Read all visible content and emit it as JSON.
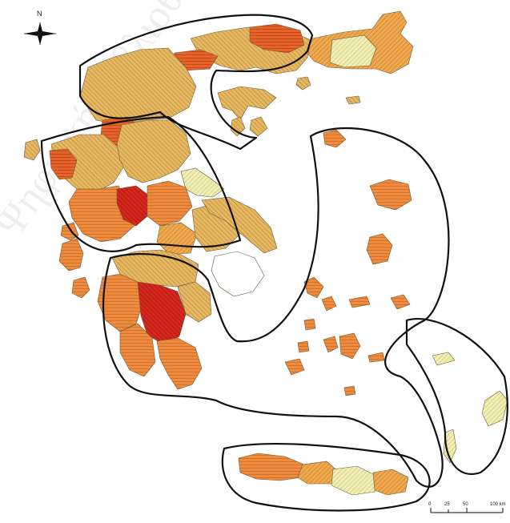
{
  "compass": {
    "north_label": "N",
    "icon": "compass-rose-icon"
  },
  "scale_bar": {
    "labels": [
      "0",
      "25",
      "50",
      "100 km"
    ]
  },
  "watermark": {
    "text": "Ψηφιακή Βιβλιοθήκη"
  },
  "colors": {
    "red": "#d9261c",
    "dark_orange": "#e8622a",
    "orange": "#f08a3c",
    "light_orange": "#f2a94d",
    "tan": "#e8b860",
    "pale_yellow": "#f3efb4",
    "outline": "#111111"
  }
}
